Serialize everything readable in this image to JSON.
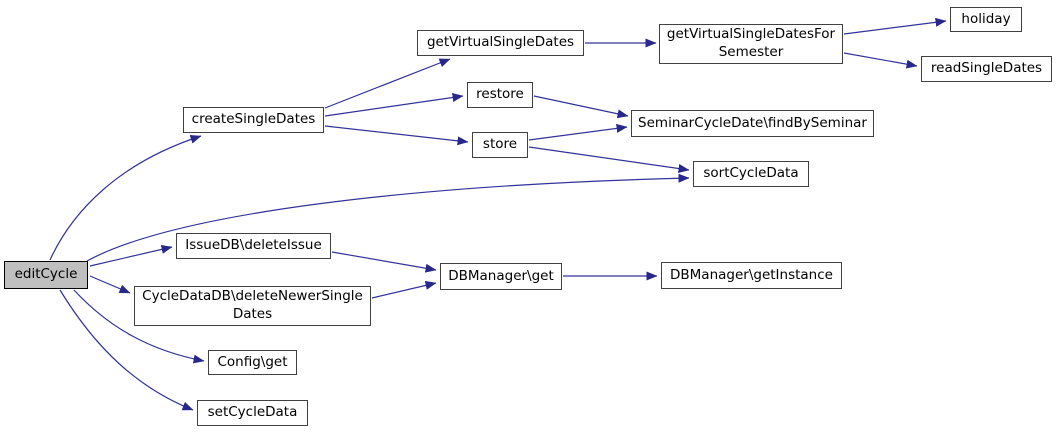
{
  "diagram": {
    "type": "call-graph",
    "root_function": "editCycle",
    "edge_color": "#32329b",
    "arrow_color": "#28288c",
    "node_fill": "#ffffff",
    "node_border_color": "#404040",
    "root_fill": "#bfbfbf",
    "background": "#ffffff"
  },
  "nodes": [
    {
      "id": "editCycle",
      "label": "editCycle",
      "root": true
    },
    {
      "id": "createSingleDates",
      "label": "createSingleDates"
    },
    {
      "id": "getVirtualSingleDates",
      "label": "getVirtualSingleDates"
    },
    {
      "id": "getVirtualSingleDatesForSemester",
      "label": "getVirtualSingleDatesFor\nSemester"
    },
    {
      "id": "holiday",
      "label": "holiday"
    },
    {
      "id": "readSingleDates",
      "label": "readSingleDates"
    },
    {
      "id": "restore",
      "label": "restore"
    },
    {
      "id": "store",
      "label": "store"
    },
    {
      "id": "SeminarCycleDate-findBySeminar",
      "label": "SeminarCycleDate\\findBySeminar"
    },
    {
      "id": "sortCycleData",
      "label": "sortCycleData"
    },
    {
      "id": "IssueDB-deleteIssue",
      "label": "IssueDB\\deleteIssue"
    },
    {
      "id": "CycleDataDB-deleteNewerSingleDates",
      "label": "CycleDataDB\\deleteNewerSingle\nDates"
    },
    {
      "id": "DBManager-get",
      "label": "DBManager\\get"
    },
    {
      "id": "DBManager-getInstance",
      "label": "DBManager\\getInstance"
    },
    {
      "id": "Config-get",
      "label": "Config\\get"
    },
    {
      "id": "setCycleData",
      "label": "setCycleData"
    }
  ],
  "edges": [
    {
      "from": "editCycle",
      "to": "createSingleDates"
    },
    {
      "from": "editCycle",
      "to": "sortCycleData"
    },
    {
      "from": "editCycle",
      "to": "IssueDB\\deleteIssue"
    },
    {
      "from": "editCycle",
      "to": "CycleDataDB\\deleteNewerSingleDates"
    },
    {
      "from": "editCycle",
      "to": "Config\\get"
    },
    {
      "from": "editCycle",
      "to": "setCycleData"
    },
    {
      "from": "createSingleDates",
      "to": "getVirtualSingleDates"
    },
    {
      "from": "createSingleDates",
      "to": "restore"
    },
    {
      "from": "createSingleDates",
      "to": "store"
    },
    {
      "from": "getVirtualSingleDates",
      "to": "getVirtualSingleDatesForSemester"
    },
    {
      "from": "getVirtualSingleDatesForSemester",
      "to": "holiday"
    },
    {
      "from": "getVirtualSingleDatesForSemester",
      "to": "readSingleDates"
    },
    {
      "from": "restore",
      "to": "SeminarCycleDate\\findBySeminar"
    },
    {
      "from": "store",
      "to": "SeminarCycleDate\\findBySeminar"
    },
    {
      "from": "store",
      "to": "sortCycleData"
    },
    {
      "from": "IssueDB\\deleteIssue",
      "to": "DBManager\\get"
    },
    {
      "from": "CycleDataDB\\deleteNewerSingleDates",
      "to": "DBManager\\get"
    },
    {
      "from": "DBManager\\get",
      "to": "DBManager\\getInstance"
    }
  ]
}
